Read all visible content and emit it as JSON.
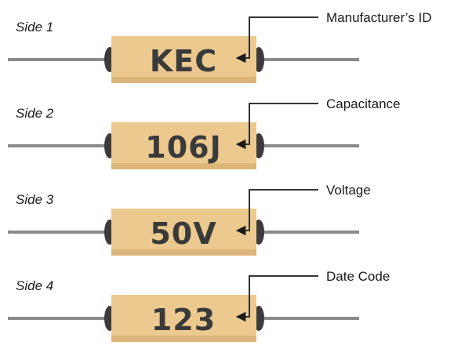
{
  "colors": {
    "body": "#ecc98f",
    "body_shadow": "#dcb57a",
    "cap": "#3b3b3b",
    "lead": "#8a8a8a",
    "text": "#3a3a3a",
    "line": "#1a1a1a"
  },
  "rows": [
    {
      "side": "Side 1",
      "marking": "KEC",
      "callout": "Manufacturer’s ID"
    },
    {
      "side": "Side 2",
      "marking": "106J",
      "callout": "Capacitance"
    },
    {
      "side": "Side 3",
      "marking": "50V",
      "callout": "Voltage"
    },
    {
      "side": "Side 4",
      "marking": "123",
      "callout": "Date Code"
    }
  ]
}
